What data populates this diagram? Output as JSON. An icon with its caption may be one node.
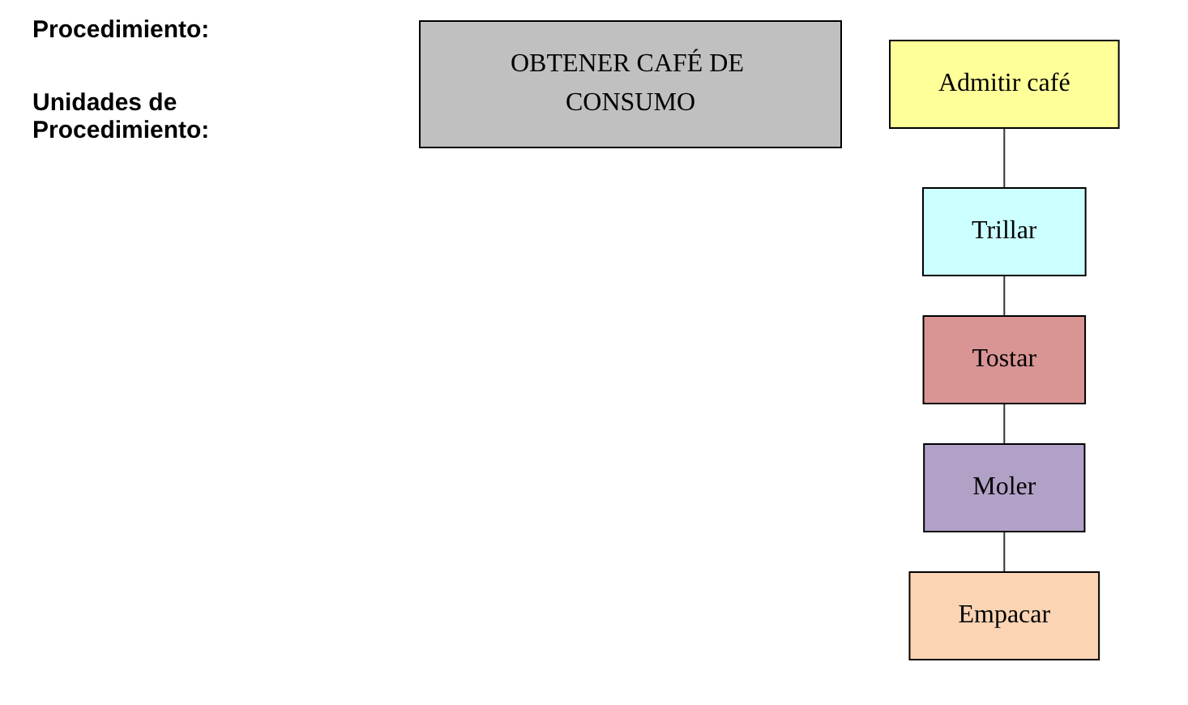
{
  "diagram": {
    "nodes": [
      {
        "text": [
          "OBTENER CAFÉ DE CONSUMO"
        ]
      },
      {
        "text": [
          "Admitir café"
        ]
      },
      {
        "text": [
          "Trillar"
        ]
      },
      {
        "text": [
          "Tostar"
        ]
      },
      {
        "text": [
          "Moler"
        ]
      },
      {
        "text": [
          "Empacar"
        ]
      }
    ],
    "edges": [
      {
        "from": 1,
        "to": 2,
        "arrow": "none"
      },
      {
        "from": 2,
        "to": 3,
        "arrow": "none"
      },
      {
        "from": 3,
        "to": 4,
        "arrow": "none"
      },
      {
        "from": 4,
        "to": 5,
        "arrow": "none"
      }
    ],
    "labels": [
      "Procedimiento:",
      "Unidades de Procedimiento:"
    ]
  }
}
